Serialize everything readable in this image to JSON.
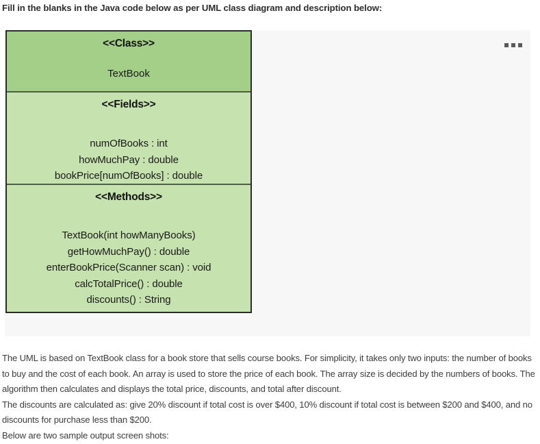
{
  "prompt": {
    "heading": "Fill in the blanks in the Java code below as per UML class diagram and description below:"
  },
  "diagram_panel": {
    "menu_icon": "kebab-menu-icon",
    "background_color": "#f7f7f7"
  },
  "uml": {
    "border_color": "#2b2b2b",
    "header_fill": "#a3cf88",
    "body_fill": "#c6e2af",
    "header": {
      "stereotype": "<<Class>>",
      "class_name": "TextBook"
    },
    "fields": {
      "stereotype": "<<Fields>>",
      "items": [
        "numOfBooks : int",
        "howMuchPay : double",
        "bookPrice[numOfBooks] : double"
      ]
    },
    "methods": {
      "stereotype": "<<Methods>>",
      "items": [
        "TextBook(int howManyBooks)",
        "getHowMuchPay() : double",
        "enterBookPrice(Scanner scan) : void",
        "calcTotalPrice() : double",
        "discounts() : String"
      ]
    }
  },
  "description": {
    "paragraph1": "The UML is based on TextBook class for a book store that sells course books. For simplicity, it takes only two inputs: the number of books to buy and the cost of each book. An array is used to store the price of each book. The array size is decided by the numbers of books. The algorithm then calculates and displays the total price, discounts, and total after discount.",
    "paragraph2": "The discounts are calculated as: give 20% discount if total cost is over $400, 10% discount if total cost is between $200 and $400, and no discounts for purchase less than $200.",
    "paragraph3": "Below are two sample output screen shots:"
  }
}
